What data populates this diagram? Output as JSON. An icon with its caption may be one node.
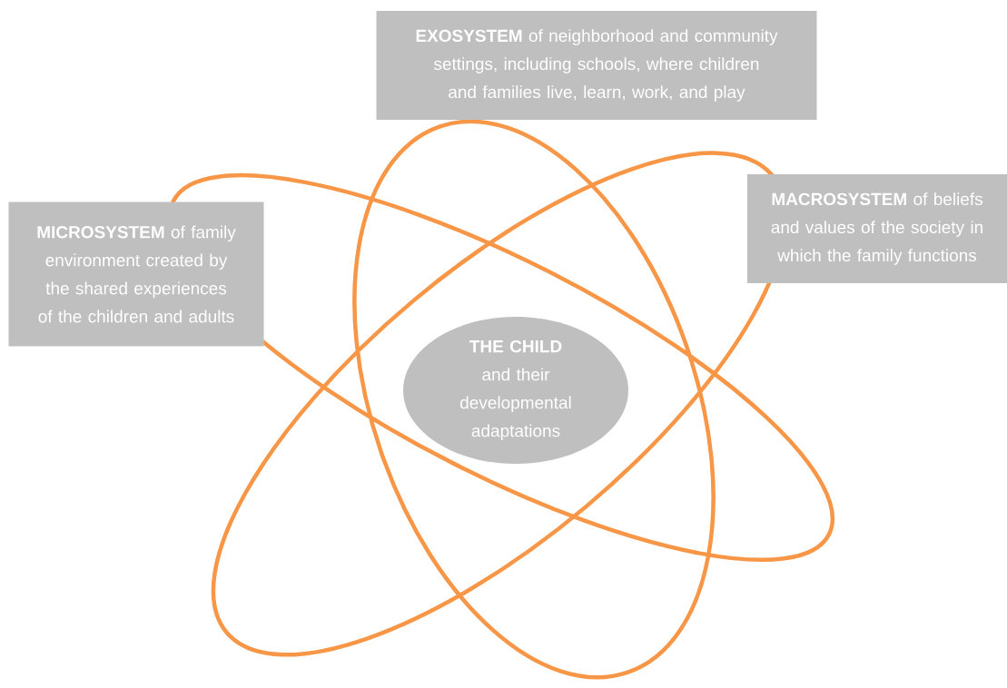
{
  "diagram": {
    "nodes": [
      {
        "text": [
          "**EXOSYSTEM** of neighborhood and community settings, including schools, where children and families live, learn, work, and play"
        ]
      },
      {
        "text": [
          "**MACROSYSTEM** of beliefs and values of the society in which the family functions"
        ]
      },
      {
        "text": [
          "**MICROSYSTEM** of family environment created by the shared experiences of the children and adults"
        ]
      },
      {
        "text": [
          "**THE CHILD** and their developmental adaptations"
        ]
      }
    ],
    "edges": []
  }
}
